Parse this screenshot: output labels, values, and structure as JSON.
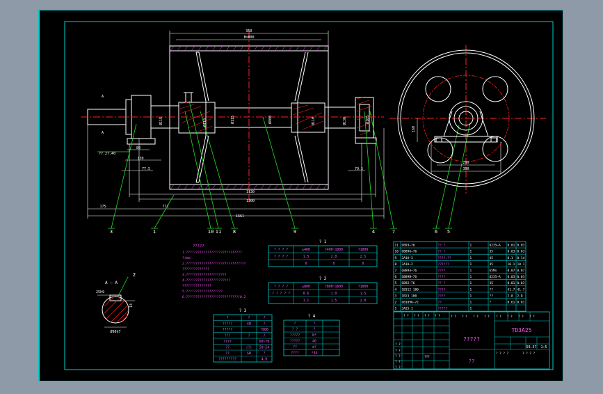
{
  "colors": {
    "background": "#8e9aa8",
    "canvas": "#000000",
    "frame": "#00d0d0",
    "geometry": "#ffffff",
    "centerline": "#ff2020",
    "leader": "#20e020",
    "text": "#ff55ff",
    "table_text": "#ffffff"
  },
  "dimensions": {
    "top_overall": "950",
    "top_inner": "B=800",
    "d1": "Ø115",
    "d2": "Ø110",
    "d3": "Ø115",
    "d4": "Ø110",
    "d5": "Ø130",
    "d6": "Ø105",
    "shell": "Ø800",
    "left_small_1": "80",
    "left_small_2": "130",
    "left_small_3": "77.5",
    "right_small": "79.5",
    "bottom_1": "1130",
    "bottom_2": "1300",
    "bottom_3": "771",
    "bottom_4": "1661",
    "bottom_left": "175",
    "left_label": "77.27.40",
    "side_height": "160",
    "side_w1": "390",
    "side_w2": "290"
  },
  "callouts": [
    "3",
    "1",
    "10",
    "11",
    "8",
    "9",
    "4",
    "7",
    "6",
    "5"
  ],
  "section": {
    "label": "A – A",
    "callout": "2",
    "left_dim": "25h9",
    "right_dim": "14",
    "bottom_dim": "Ø90h7"
  },
  "notes": {
    "title": "?????",
    "lines": [
      "1.?????????????????????????????",
      "   ?(mm).",
      "2.???????????????????????????????",
      "   ??????????????",
      "3.?????????????????????",
      "4.???????????????????????",
      "   ???????????????",
      "5.???????????????????",
      "6.???????????????????????????/0.2"
    ]
  },
  "table1": {
    "title": "? 1",
    "rows": [
      [
        "? ? ? ?",
        "≤400",
        "?400~1000",
        "?1000"
      ],
      [
        "? ? ? ?",
        "1.5",
        "2.0",
        "2.5"
      ],
      [
        "",
        "0",
        "0",
        "0"
      ]
    ]
  },
  "table2": {
    "title": "? 2",
    "rows": [
      [
        "? ? ? ?",
        "≤800",
        "?800~1600",
        "?1600"
      ],
      [
        "? ? ? ? ?",
        "0.6",
        "1.0",
        "1.5"
      ],
      [
        "",
        "1.1",
        "1.5",
        "2.0"
      ]
    ]
  },
  "table3": {
    "title": "? 3",
    "rows": [
      [
        "?",
        "?",
        "?"
      ],
      [
        "?????",
        "kN",
        "?"
      ],
      [
        "?????",
        "",
        "*800"
      ],
      [
        "???",
        "?",
        "?"
      ],
      [
        "????",
        "",
        "60~70"
      ],
      [
        "??",
        "(?)",
        "50~54"
      ],
      [
        "??",
        "GW",
        "?"
      ],
      [
        "?????????",
        "",
        "4.0"
      ]
    ]
  },
  "table4": {
    "title": "? 4",
    "rows": [
      [
        "?",
        "?"
      ],
      [
        "? ?",
        "?"
      ],
      [
        "?????",
        "N*"
      ],
      [
        "?????",
        "40"
      ],
      [
        "??",
        "ø?"
      ],
      [
        "????",
        "*34"
      ]
    ]
  },
  "bom": {
    "rows": [
      [
        "11",
        "GB93—76",
        "?? ?",
        "1",
        "Q235—A",
        "0.01",
        "0.03"
      ],
      [
        "10",
        "GB896—76",
        "?? ?",
        "1",
        "35",
        "0.03",
        "0.03"
      ],
      [
        "9",
        "3A1H—3",
        "????:??",
        "1",
        "45",
        "0.1",
        "0.14"
      ],
      [
        "8",
        "3A1H—2",
        "??????",
        "1",
        "45",
        "10.1",
        "10.1"
      ],
      [
        "7",
        "GB894—76",
        "????",
        "1",
        "65Mn",
        "0.07",
        "0.07"
      ],
      [
        "6",
        "GB89B—76",
        "????",
        "1",
        "Q235—A",
        "0.03",
        "0.03"
      ],
      [
        "5",
        "GB92—76",
        "?? ?",
        "1",
        "35",
        "0.01",
        "0.03"
      ],
      [
        "4",
        "1B312 100",
        "????",
        "1",
        "??",
        "41.7",
        "41.7"
      ],
      [
        "3",
        "1B23 100",
        "????",
        "1",
        "??",
        "2.8",
        "2.8"
      ],
      [
        "2",
        "GB1096—72",
        "??",
        "1",
        "?",
        "0.61",
        "0.61"
      ],
      [
        "1",
        "3A25.1",
        "?????",
        "1",
        "",
        "",
        ""
      ]
    ]
  },
  "title_block": {
    "drawing_no": "TD3A25",
    "name": "?????",
    "company": "??",
    "scale": "1:5",
    "weight": "59.57",
    "row_labels": [
      "? ?",
      "? ?",
      "? ?",
      "? ?"
    ],
    "col_labels": [
      "? ?",
      "? ?",
      "? ?",
      "? ?"
    ],
    "designer_label": "? ?",
    "designer_value": "???",
    "mid_labels": [
      "? ?",
      "? ?",
      "? ?",
      "? ?"
    ],
    "small_labels": [
      "? ?",
      "? ?",
      "? ?",
      "? ?"
    ],
    "sheet_label": "? ? ? ?",
    "page_label": "? ?  ? ?"
  }
}
